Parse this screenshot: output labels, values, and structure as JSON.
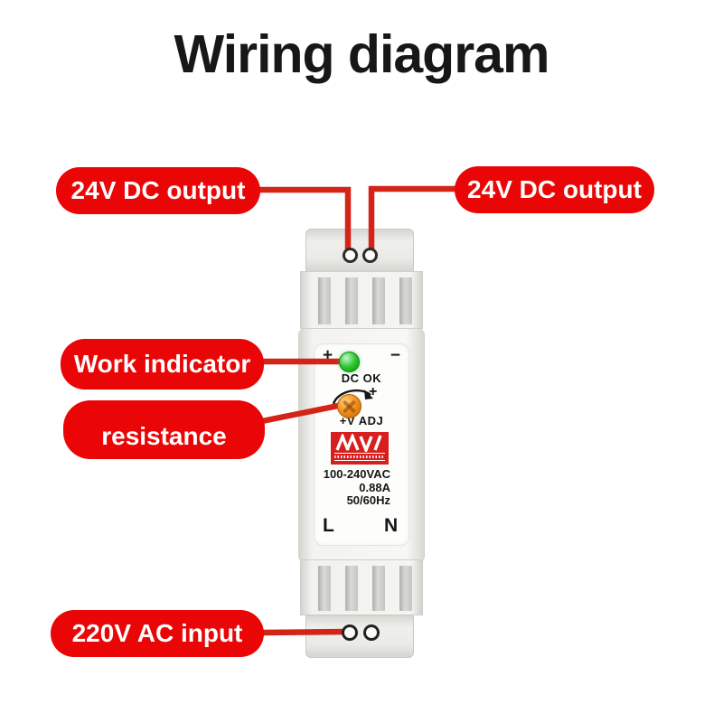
{
  "title": "Wiring diagram",
  "colors": {
    "label_red": "#ea0606",
    "line_red": "#d32417",
    "led_green": "#2bc22e",
    "knob_orange": "#ef8f1c",
    "logo_red": "#d71f1f"
  },
  "callouts": {
    "dc_output_left": "24V DC output",
    "dc_output_right": "24V DC output",
    "work_indicator": "Work indicator",
    "resistance": "resistance",
    "ac_input": "220V AC input"
  },
  "device": {
    "polarity_plus": "+",
    "polarity_minus": "−",
    "led_label": "DC OK",
    "adjust_plus": "+",
    "adjust_label": "+V ADJ",
    "specs": [
      "100-240VAC",
      "0.88A",
      "50/60Hz"
    ],
    "terminal_l": "L",
    "terminal_n": "N"
  },
  "icons": {
    "led": "dc-ok-led-icon",
    "knob": "voltage-adjust-knob-icon",
    "logo": "zigzag-logo-icon",
    "arrow": "rotate-arrow-icon",
    "terminal": "terminal-hole"
  }
}
